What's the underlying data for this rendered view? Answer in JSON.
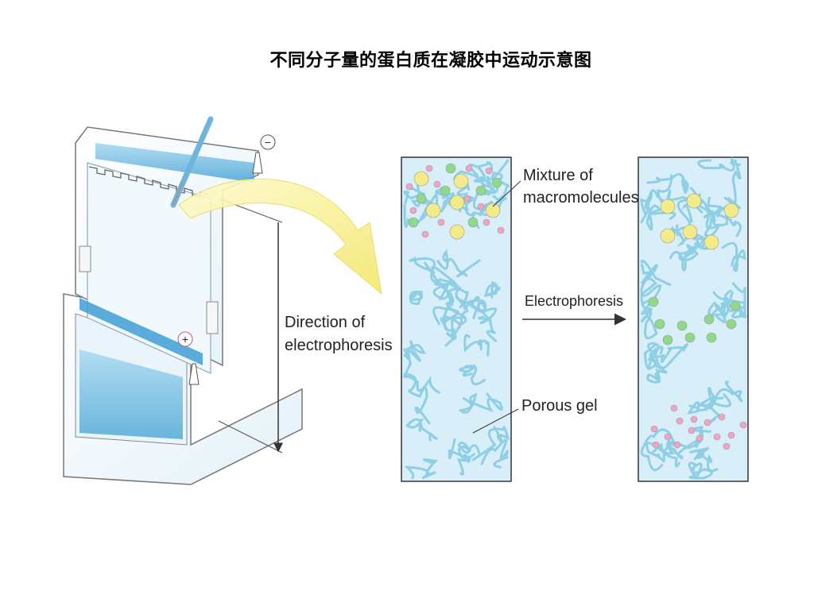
{
  "title": "不同分子量的蛋白质在凝胶中运动示意图",
  "colors": {
    "gel_background": "#d6ecf7",
    "gel_fiber": "#8ecfe6",
    "large_molecule": "#f3eb8a",
    "medium_molecule": "#8fd98b",
    "small_molecule": "#f2a3c6",
    "buffer": "#4aa7d8",
    "arrow_yellow": "#f5ec7a"
  },
  "apparatus": {
    "negative_electrode": "−",
    "positive_electrode": "+",
    "direction_label_line1": "Direction of",
    "direction_label_line2": "electrophoresis"
  },
  "gel_before": {
    "label_mixture_line1": "Mixture of",
    "label_mixture_line2": "macromolecules",
    "label_gel": "Porous gel"
  },
  "process_label": "Electrophoresis"
}
